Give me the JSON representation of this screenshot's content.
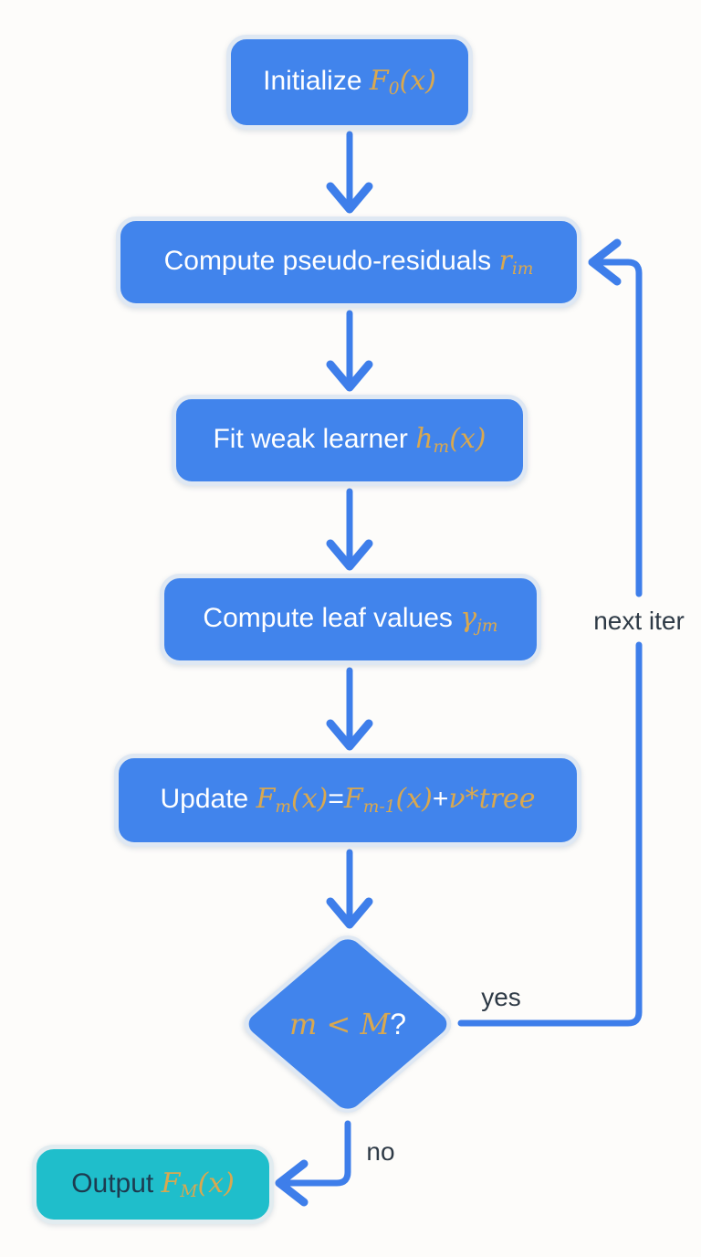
{
  "colors": {
    "background": "#fdfcfa",
    "node_fill": "#4184ec",
    "node_border": "#dfe8f3",
    "arrow": "#3e7eea",
    "math_gold": "#d9a84f",
    "output_fill": "#1fbecb",
    "output_text": "#1d3b50",
    "label_text": "#2e3a46"
  },
  "nodes": {
    "init": {
      "segments": [
        {
          "type": "plain",
          "text": "Initialize "
        },
        {
          "type": "math",
          "text": "F"
        },
        {
          "type": "sub",
          "text": "0"
        },
        {
          "type": "math",
          "text": "(x)"
        }
      ]
    },
    "residuals": {
      "segments": [
        {
          "type": "plain",
          "text": "Compute pseudo-residuals "
        },
        {
          "type": "math",
          "text": "r"
        },
        {
          "type": "sub",
          "text": "im"
        }
      ]
    },
    "fit": {
      "segments": [
        {
          "type": "plain",
          "text": "Fit weak learner "
        },
        {
          "type": "math",
          "text": "h"
        },
        {
          "type": "sub",
          "text": "m"
        },
        {
          "type": "math",
          "text": "(x)"
        }
      ]
    },
    "leaf": {
      "segments": [
        {
          "type": "plain",
          "text": "Compute leaf values "
        },
        {
          "type": "math",
          "text": "γ"
        },
        {
          "type": "sub",
          "text": "jm"
        }
      ]
    },
    "update": {
      "segments": [
        {
          "type": "plain",
          "text": "Update "
        },
        {
          "type": "math",
          "text": "F"
        },
        {
          "type": "sub",
          "text": "m"
        },
        {
          "type": "math",
          "text": "(x)"
        },
        {
          "type": "plain",
          "text": "="
        },
        {
          "type": "math",
          "text": "F"
        },
        {
          "type": "sub",
          "text": "m-1"
        },
        {
          "type": "math",
          "text": "(x)"
        },
        {
          "type": "plain",
          "text": "+"
        },
        {
          "type": "math",
          "text": "ν*tree"
        }
      ]
    },
    "decision": {
      "segments": [
        {
          "type": "math",
          "text": "m < M"
        },
        {
          "type": "plain",
          "text": "?"
        }
      ]
    },
    "output": {
      "segments": [
        {
          "type": "plain",
          "text": "Output "
        },
        {
          "type": "math",
          "text": "F"
        },
        {
          "type": "sub",
          "text": "M"
        },
        {
          "type": "math",
          "text": "(x)"
        }
      ]
    }
  },
  "edge_labels": {
    "next_iter": "next iter",
    "yes": "yes",
    "no": "no"
  }
}
